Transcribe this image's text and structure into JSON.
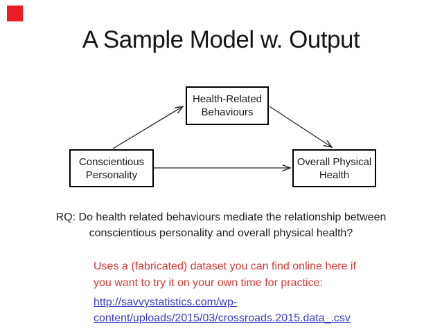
{
  "slide": {
    "title": "A Sample Model w. Output"
  },
  "colors": {
    "marker_red": "#ec1c24",
    "note_red": "#d13b35",
    "link_blue": "#3c3cc3",
    "text_black": "#1a1a1a"
  },
  "diagram": {
    "boxes": [
      {
        "id": "mediator",
        "line1": "Health-Related",
        "line2": "Behaviours"
      },
      {
        "id": "predictor",
        "line1": "Conscientious",
        "line2": "Personality"
      },
      {
        "id": "outcome",
        "line1": "Overall Physical",
        "line2": "Health"
      }
    ],
    "arrows": [
      {
        "from": "predictor",
        "to": "mediator"
      },
      {
        "from": "mediator",
        "to": "outcome"
      },
      {
        "from": "predictor",
        "to": "outcome"
      }
    ]
  },
  "research_question": {
    "line1": "RQ: Do health related behaviours mediate the relationship between",
    "line2": "conscientious personality and overall physical health?"
  },
  "note": {
    "line1": "Uses a (fabricated) dataset you can find online here if",
    "line2": "you want to try it on your own time for practice:"
  },
  "link": {
    "line1": "http://savvystatistics.com/wp-",
    "line2": "content/uploads/2015/03/crossroads.2015.data_.csv"
  }
}
